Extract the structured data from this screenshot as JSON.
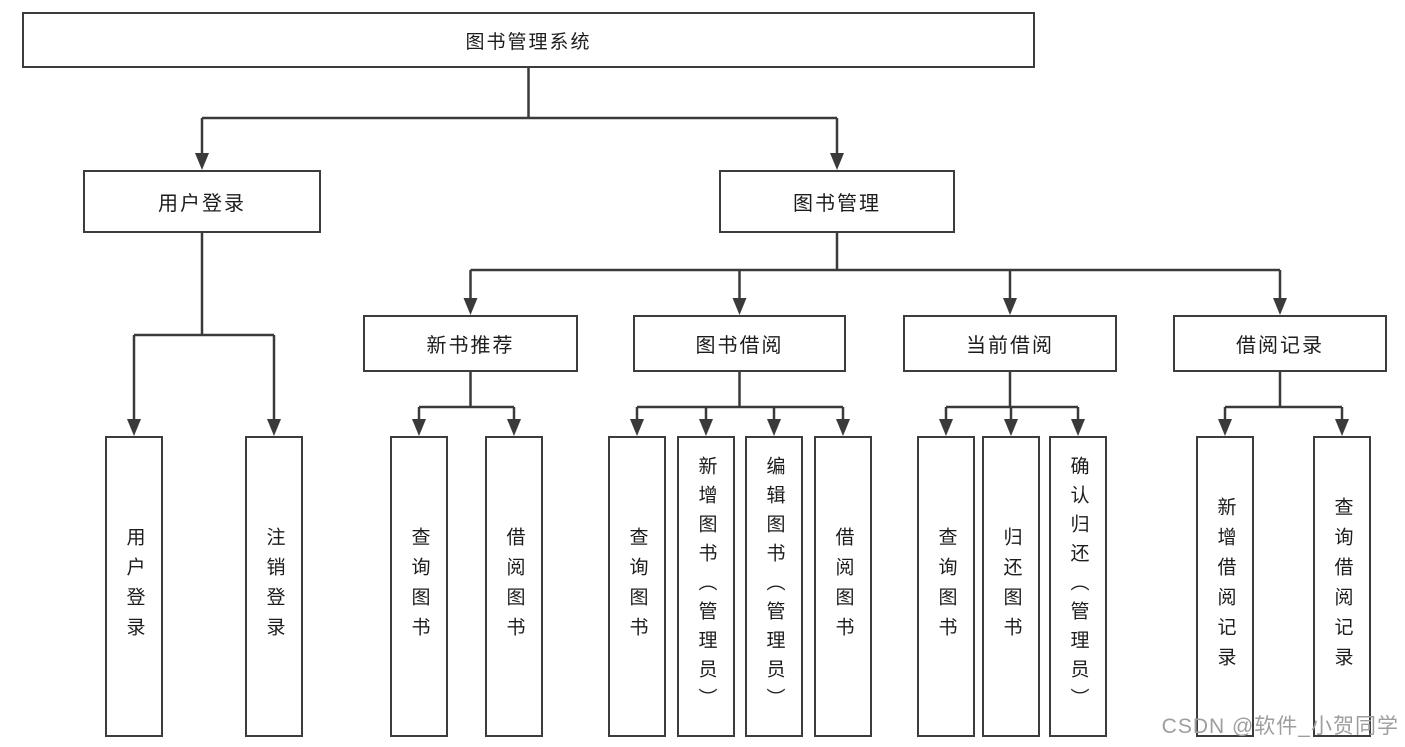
{
  "nodes": {
    "root": "图书管理系统",
    "user_login": "用户登录",
    "book_mgmt": "图书管理",
    "new_book_rec": "新书推荐",
    "book_borrow": "图书借阅",
    "current_borrow": "当前借阅",
    "borrow_record": "借阅记录",
    "leaf_user_login": "用户登录",
    "leaf_logout": "注销登录",
    "leaf_query_book_a": "查询图书",
    "leaf_borrow_book_a": "借阅图书",
    "leaf_query_book_b": "查询图书",
    "leaf_add_book": "新增图书（管理员）",
    "leaf_edit_book": "编辑图书（管理员）",
    "leaf_borrow_book_b": "借阅图书",
    "leaf_query_book_c": "查询图书",
    "leaf_return_book": "归还图书",
    "leaf_confirm_return": "确认归还（管理员）",
    "leaf_add_record": "新增借阅记录",
    "leaf_query_record": "查询借阅记录"
  },
  "watermark": "CSDN @软件_小贺同学",
  "colors": {
    "line": "#3a3a3a",
    "box_border": "#3c3c3c",
    "text": "#1c1c1c",
    "watermark": "#9e9e9e",
    "background": "#ffffff"
  }
}
